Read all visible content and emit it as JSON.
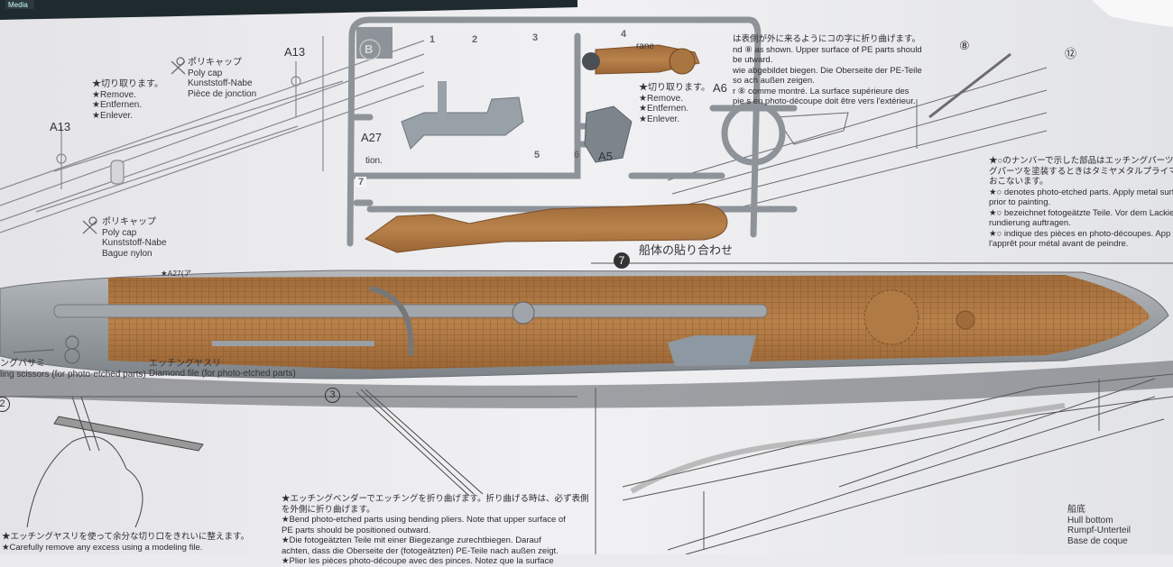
{
  "keyboard": {
    "key_label": "Media"
  },
  "left_panel": {
    "part_a13_left": "A13",
    "part_a13_right": "A13",
    "poly_cap_upper": {
      "jp": "ポリキャップ",
      "en": "Poly cap",
      "de": "Kunststoff-Nabe",
      "fr": "Pièce de jonction"
    },
    "poly_cap_lower": {
      "jp": "ポリキャップ",
      "en": "Poly cap",
      "de": "Kunststoff-Nabe",
      "fr": "Bague nylon"
    },
    "remove_note": {
      "jp": "★切り取ります。",
      "en": "★Remove.",
      "de": "★Entfernen.",
      "fr": "★Enlever."
    },
    "part_a27": "A27",
    "a27_note": "★A27(ア",
    "scissors_jp": "ングバサミ",
    "scissors_en": "ling scissors (for photo-etched parts)",
    "file_jp": "エッチングヤスリ",
    "file_en": "Diamond file (for photo-etched parts)"
  },
  "sprue": {
    "frame_letter": "B",
    "part_numbers": [
      "1",
      "2",
      "3",
      "4",
      "5",
      "6",
      "7"
    ],
    "crane_label": "rane",
    "part_a6": "A6",
    "part_a5": "A5",
    "a27_fragment": "tion."
  },
  "right_panel": {
    "remove_note": {
      "jp": "★切り取ります。",
      "en": "★Remove.",
      "de": "★Entfernen.",
      "fr": "★Enlever."
    },
    "bend_note": [
      "は表側が外に来るようにコの字に折り曲げます。",
      "nd ⑧ as shown. Upper surface of PE parts should",
      "be        utward.",
      "    wie abgebildet biegen. Die Oberseite der PE-Teile",
      "so   ach außen zeigen.",
      "    r ⑧ comme montré. La surface supérieure des",
      "pie  s en photo-découpe doit être vers l'extérieur."
    ],
    "pe_part_8": "⑧",
    "pe_part_12": "⑫",
    "pe_notes": [
      "★○のナンバーで示した部品はエッチングパーツです。",
      "グパーツを塗装するときはタミヤメタルプライマーを塗",
      "おこないます。",
      "★○ denotes photo-etched parts. Apply metal surfac",
      "prior to painting.",
      "★○ bezeichnet fotogeätzte Teile. Vor dem Lackieren",
      "rundierung auftragen.",
      "★○ indique des pièces en photo-découpes. App",
      "l'apprêt pour métal avant de peindre."
    ],
    "step7_number": "7",
    "step7_title": "船体の貼り合わせ",
    "hull_bottom": {
      "jp": "船底",
      "en": "Hull bottom",
      "de": "Rumpf-Unterteil",
      "fr": "Base de coque"
    }
  },
  "bottom_panel": {
    "step2_number": "2",
    "step2_text": [
      "★エッチングヤスリを使って余分な切り口をきれいに整えます。",
      "★Carefully remove any excess using a modeling file."
    ],
    "step3_number": "3",
    "step3_text": [
      "★エッチングベンダーでエッチングを折り曲げます。折り曲げる時は、必ず表側",
      "を外側に折り曲げます。",
      "★Bend photo-etched parts using bending pliers. Note that upper surface of",
      "PE parts should be positioned outward.",
      "★Die fotogeätzten Teile mit einer Biegezange zurechtbiegen. Darauf",
      "achten, dass die Oberseite der (fotogeätzten) PE-Teile nach außen zeigt.",
      "★Plier les pièces photo-découpe avec des pinces. Notez que la surface"
    ]
  },
  "colors": {
    "paper": "#ebebed",
    "sprue": "#8d9398",
    "deck": "#b07a45",
    "hull": "#9aa0a6"
  }
}
